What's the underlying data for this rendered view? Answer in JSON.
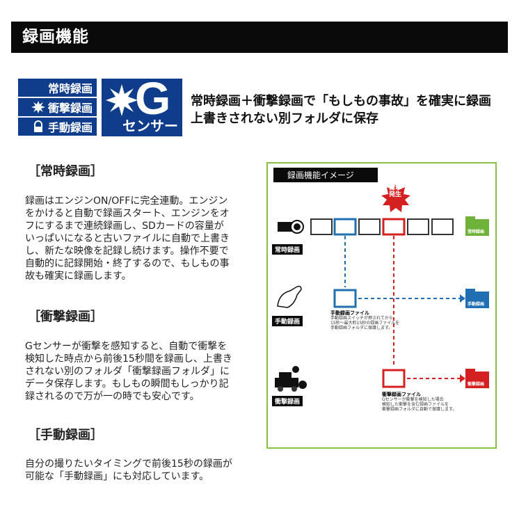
{
  "header": {
    "title": "録画機能"
  },
  "badges": {
    "modes": [
      "常時録画",
      "衝撃録画",
      "手動録画"
    ],
    "g_letter": "G",
    "g_sensor": "センサー"
  },
  "headline": {
    "line1": "常時録画＋衝撃録画で「もしもの事故」を確実に録画",
    "line2": "上書きされない別フォルダに保存"
  },
  "sections": [
    {
      "heading": "［常時録画］",
      "lines": [
        "録画はエンジンON/OFFに完全連動。エンジン",
        "をかけると自動で録画スタート、エンジンをオ",
        "フにするまで連続録画し、SDカードの容量が",
        "いっぱいになると古いファイルに自動で上書き",
        "し、新たな映像を記録し続けます。操作不要で",
        "自動的に記録開始・終了するので、もしもの事",
        "故も確実に録画します。"
      ]
    },
    {
      "heading": "［衝撃録画］",
      "lines": [
        "Gセンサーが衝撃を感知すると、自動で衝撃を",
        "検知した時点から前後15秒間を録画し、上書き",
        "されない別のフォルダ「衝撃録画フォルダ」に",
        "データ保存します。もしもの瞬間もしっかり記",
        "録されるので万が一の時でも安心です。"
      ]
    },
    {
      "heading": "［手動録画］",
      "lines": [
        "自分の撮りたいタイミングで前後15秒の録画が",
        "可能な「手動録画」にも対応しています。"
      ]
    }
  ],
  "diagram": {
    "title": "録画機能イメージ",
    "impact": [
      "衝撃",
      "発生"
    ],
    "row_labels": [
      "常時録画",
      "手動録画",
      "衝撃録画"
    ],
    "folders": [
      "常時録画",
      "手動録画",
      "衝撃録画"
    ],
    "manual_file": {
      "title": "手動録画ファイル",
      "lines": [
        "手動録画スイッチが押されてから",
        "15秒～最大約15秒の録画ファイルを",
        "手動録画フォルダに保護します。"
      ]
    },
    "impact_file": {
      "title": "衝撃録画ファイル",
      "lines": [
        "Gセンサーが衝撃を検知した場合",
        "検知した衝撃を含む録画ファイルを",
        "衝撃録画フォルダに自動で保護します。"
      ]
    },
    "colors": {
      "blue": "#1f6fb2",
      "red": "#d42020",
      "green": "#6fb23a",
      "frame": "#8bbf3f"
    }
  }
}
